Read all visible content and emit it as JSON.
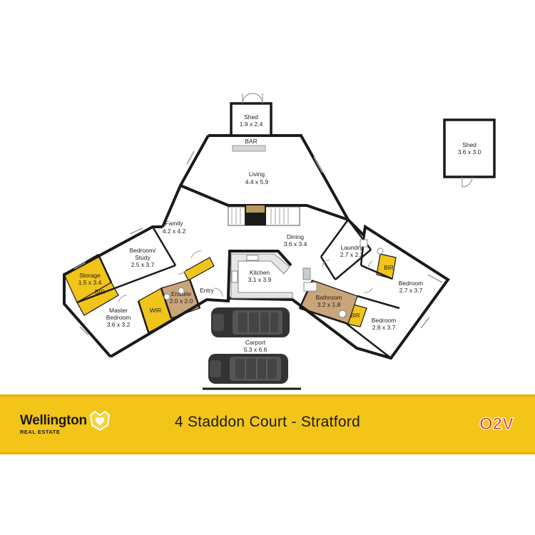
{
  "rooms": {
    "shed_top": {
      "name": "Shed",
      "dims": "1.9 x 2.4"
    },
    "bar": {
      "name": "BAR"
    },
    "shed_right": {
      "name": "Shed",
      "dims": "3.6 x 3.0"
    },
    "living": {
      "name": "Living",
      "dims": "4.4 x 5.9"
    },
    "family": {
      "name": "Family",
      "dims": "4.2 x 4.2"
    },
    "dining": {
      "name": "Dining",
      "dims": "3.6 x 3.4"
    },
    "kitchen": {
      "name": "Kitchen",
      "dims": "3.1 x 3.9"
    },
    "laundry": {
      "name": "Laundry",
      "dims": "2.7 x 2.2"
    },
    "bedroom_study": {
      "name_line1": "Bedroom/",
      "name_line2": "Study",
      "dims": "2.5 x 3.7"
    },
    "storage": {
      "name": "Storage",
      "dims": "1.5 x 3.4"
    },
    "bir_left": {
      "name": "BIR"
    },
    "master_bedroom": {
      "name_line1": "Master",
      "name_line2": "Bedroom",
      "dims": "3.6 x 3.2"
    },
    "wir": {
      "name": "WIR"
    },
    "ensuite": {
      "name": "Ensuite",
      "dims": "2.0 x 2.0"
    },
    "entry": {
      "name": "Entry"
    },
    "bathroom": {
      "name": "Bathroom",
      "dims": "3.2 x 1.8"
    },
    "bir_right_upper": {
      "name": "BIR"
    },
    "bir_right_lower": {
      "name": "BIR"
    },
    "bedroom_upper": {
      "name": "Bedroom",
      "dims": "2.7 x 3.7"
    },
    "bedroom_lower": {
      "name": "Bedroom",
      "dims": "2.8 x 3.7"
    },
    "carport": {
      "name": "Carport",
      "dims": "5.3 x 6.6"
    }
  },
  "banner": {
    "brand_name": "Wellington",
    "brand_sub": "REAL ESTATE",
    "address": "4 Staddon Court - Stratford",
    "partner_logo": "O2V"
  },
  "colors": {
    "banner_yellow": "#f2c518",
    "storage_yellow": "#f0c419",
    "wall": "#1a1a1a",
    "wet_floor": "#c9a57a"
  }
}
